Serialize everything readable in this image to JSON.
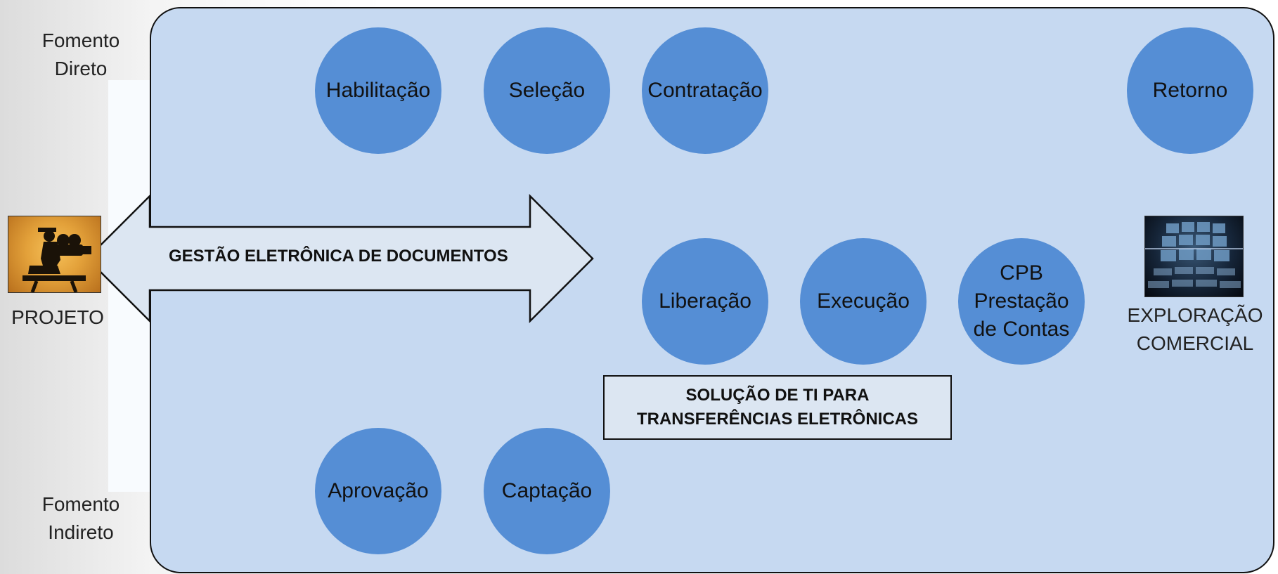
{
  "labels": {
    "fomento_direto": [
      "Fomento",
      "Direto"
    ],
    "fomento_indireto": [
      "Fomento",
      "Indireto"
    ],
    "projeto": "PROJETO",
    "exploracao": [
      "EXPLORAÇÃO",
      "COMERCIAL"
    ]
  },
  "arrow": {
    "text": "GESTÃO ELETRÔNICA DE DOCUMENTOS"
  },
  "box": {
    "lines": [
      "SOLUÇÃO DE TI PARA",
      "TRANSFERÊNCIAS ELETRÔNICAS"
    ]
  },
  "stages": {
    "habilitacao": "Habilitação",
    "selecao": "Seleção",
    "contratacao": "Contratação",
    "retorno": "Retorno",
    "liberacao": "Liberação",
    "execucao": "Execução",
    "cpb": [
      "CPB",
      "Prestação",
      "de Contas"
    ],
    "aprovacao": "Aprovação",
    "captacao": "Captação"
  },
  "colors": {
    "panel": "#c6d9f1",
    "circle": "#558ed5",
    "arrow_fill": "#dce6f2"
  },
  "icons": {
    "projeto": "film-camera-operator-icon",
    "exploracao": "video-wall-icon"
  }
}
